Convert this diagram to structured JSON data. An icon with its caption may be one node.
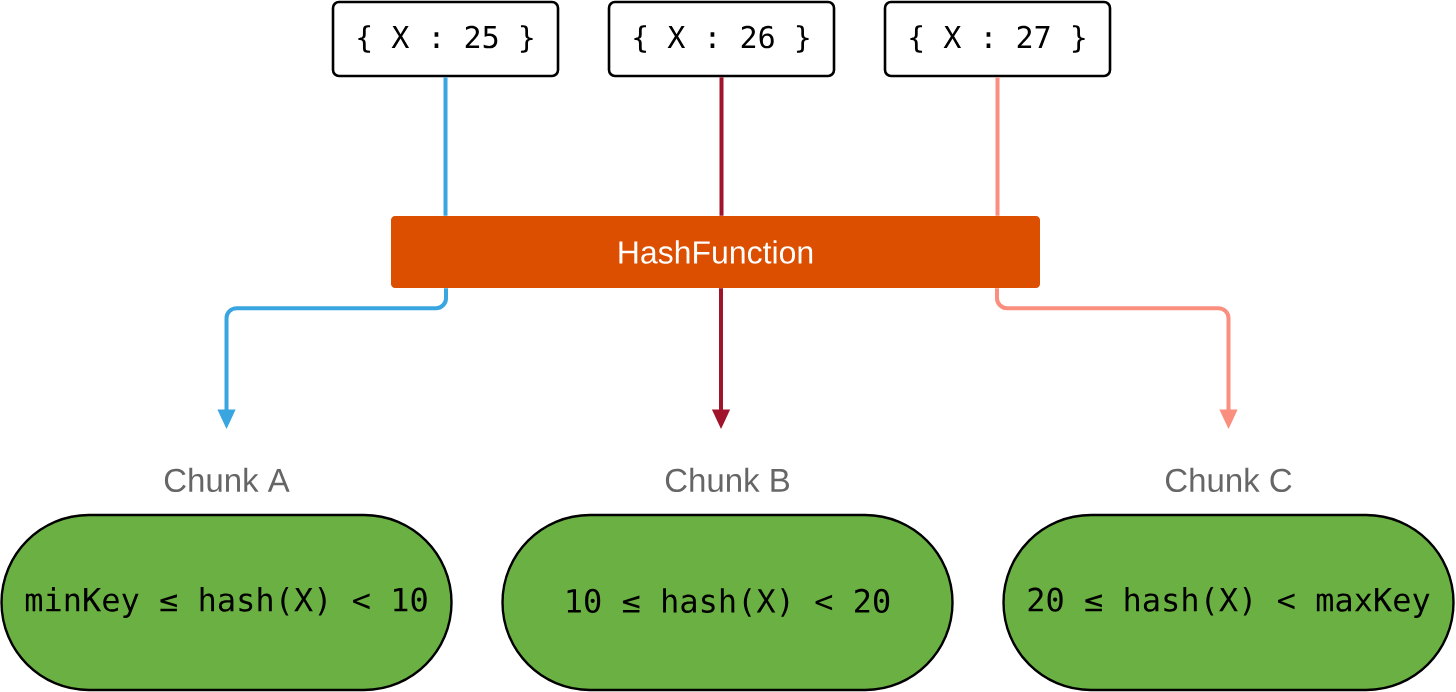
{
  "diagram": {
    "nodes": [
      {
        "text": [
          "{ X : 25 }"
        ]
      },
      {
        "text": [
          "{ X : 26 }"
        ]
      },
      {
        "text": [
          "{ X : 27 }"
        ]
      },
      {
        "text": [
          "HashFunction"
        ]
      },
      {
        "text": [
          "Chunk A",
          "minKey ≤ hash(X) < 10"
        ]
      },
      {
        "text": [
          "Chunk B",
          "10 ≤ hash(X) < 20"
        ]
      },
      {
        "text": [
          "Chunk C",
          "20 ≤ hash(X) < maxKey"
        ]
      }
    ],
    "edges": [
      {
        "from": 0,
        "to": 3,
        "arrow": "none",
        "color": "#3aa6e0"
      },
      {
        "from": 1,
        "to": 3,
        "arrow": "none",
        "color": "#a0142b"
      },
      {
        "from": 2,
        "to": 3,
        "arrow": "none",
        "color": "#fb8f7f"
      },
      {
        "from": 3,
        "to": 4,
        "arrow": "to",
        "color": "#3aa6e0"
      },
      {
        "from": 3,
        "to": 5,
        "arrow": "to",
        "color": "#a0142b"
      },
      {
        "from": 3,
        "to": 6,
        "arrow": "to",
        "color": "#fb8f7f"
      }
    ]
  }
}
